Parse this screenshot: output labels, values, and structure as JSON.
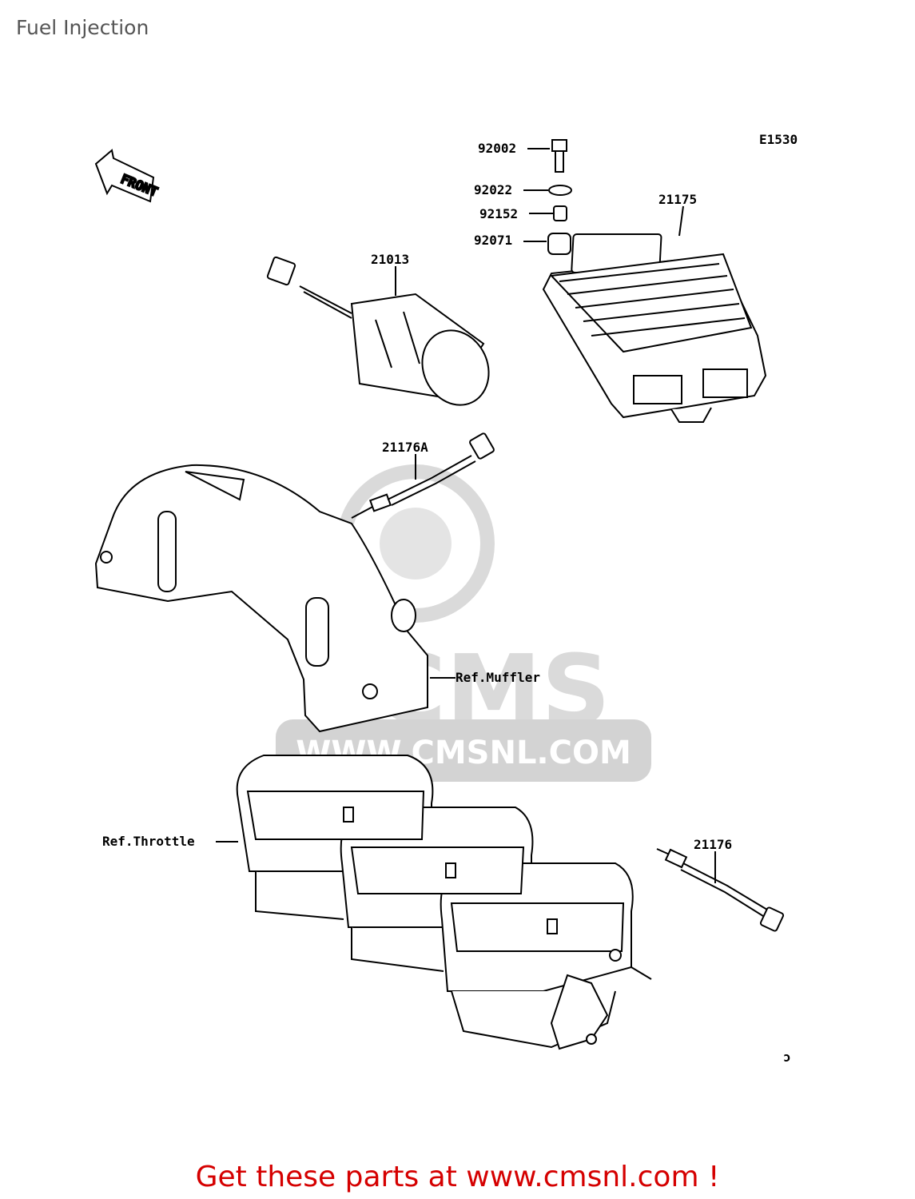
{
  "header": {
    "title": "Fuel Injection"
  },
  "diagram": {
    "code": "E1530",
    "front_label": "FRONT",
    "parts": {
      "bolt": "92002",
      "washer": "92022",
      "collar": "92152",
      "damper": "92071",
      "ecu": "21175",
      "sensor_module": "21013",
      "sensor_a": "21176A",
      "sensor_b": "21176"
    },
    "references": {
      "muffler": "Ref.Muffler",
      "throttle": "Ref.Throttle"
    },
    "watermark": {
      "brand": "CMS",
      "url": "WWW.CMSNL.COM"
    },
    "corner_mark": "ɔ"
  },
  "footer": {
    "text": "Get these parts at www.cmsnl.com !"
  },
  "colors": {
    "line": "#000000",
    "footer": "#d50000",
    "title": "#555555",
    "watermark": "#c8c8c8"
  }
}
